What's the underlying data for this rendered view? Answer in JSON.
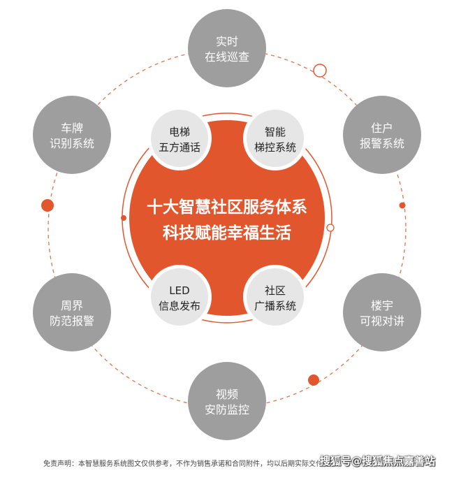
{
  "center": {
    "line1": "十大智慧社区服务体系",
    "line2": "科技赋能幸福生活",
    "fill": "#E2562E"
  },
  "outer_nodes": [
    {
      "line1": "实时",
      "line2": "在线巡查"
    },
    {
      "line1": "住户",
      "line2": "报警系统"
    },
    {
      "line1": "楼宇",
      "line2": "可视对讲"
    },
    {
      "line1": "视频",
      "line2": "安防监控"
    },
    {
      "line1": "周界",
      "line2": "防范报警"
    },
    {
      "line1": "车牌",
      "line2": "识别系统"
    }
  ],
  "inner_nodes": [
    {
      "line1": "电梯",
      "line2": "五方通话"
    },
    {
      "line1": "智能",
      "line2": "梯控系统"
    },
    {
      "line1": "LED",
      "line2": "信息发布"
    },
    {
      "line1": "社区",
      "line2": "广播系统"
    }
  ],
  "footer": {
    "disclaimer": "免责声明：本智慧服务系统图文仅供参考，不作为销售承诺和合同附件，均以后期实际交付为准",
    "watermark": "搜狐号@搜狐焦点嘉善站"
  },
  "colors": {
    "accent": "#E2562E",
    "outer_node": "#9E9E9E",
    "inner_node": "#E6E6E6",
    "ring": "#E2562E"
  }
}
